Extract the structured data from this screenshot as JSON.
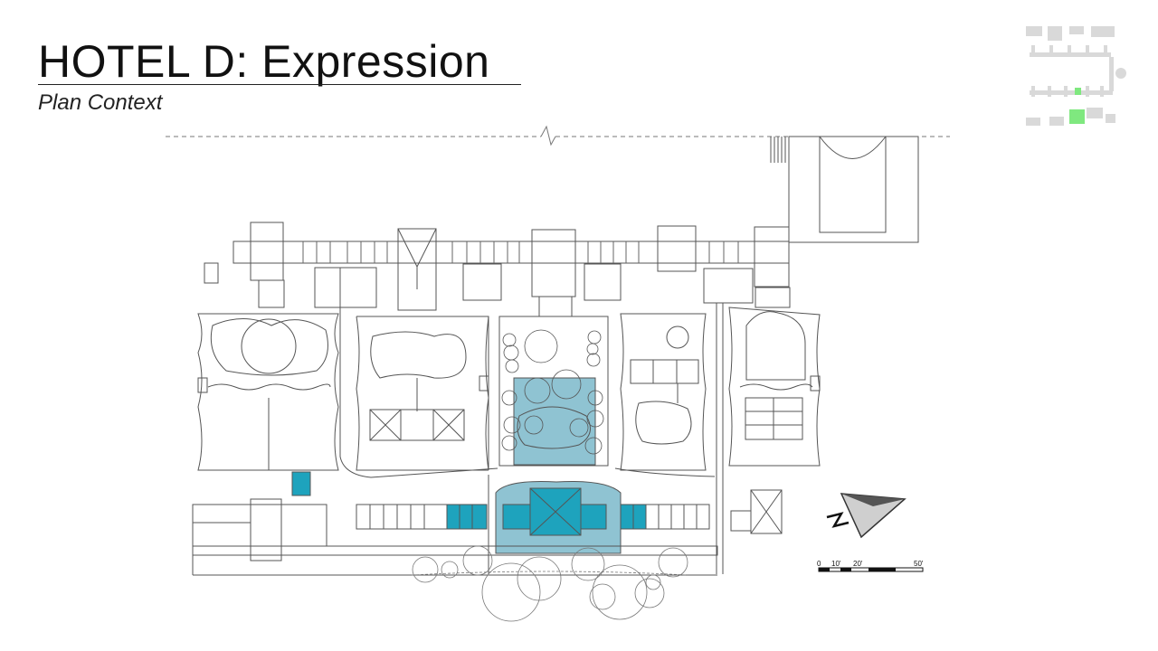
{
  "header": {
    "title": "HOTEL D: Expression",
    "subtitle": "Plan Context"
  },
  "scale_bar": {
    "labels": [
      "0",
      "10'",
      "20'",
      "50'"
    ]
  },
  "north_arrow": {
    "label": "N",
    "icon": "north-arrow-icon"
  },
  "colors": {
    "line": "#555555",
    "light_fill": "#8fc3d2",
    "dark_fill": "#1ea3bd",
    "key_highlight": "#7fe87f",
    "key_block": "#d9d9d9"
  }
}
